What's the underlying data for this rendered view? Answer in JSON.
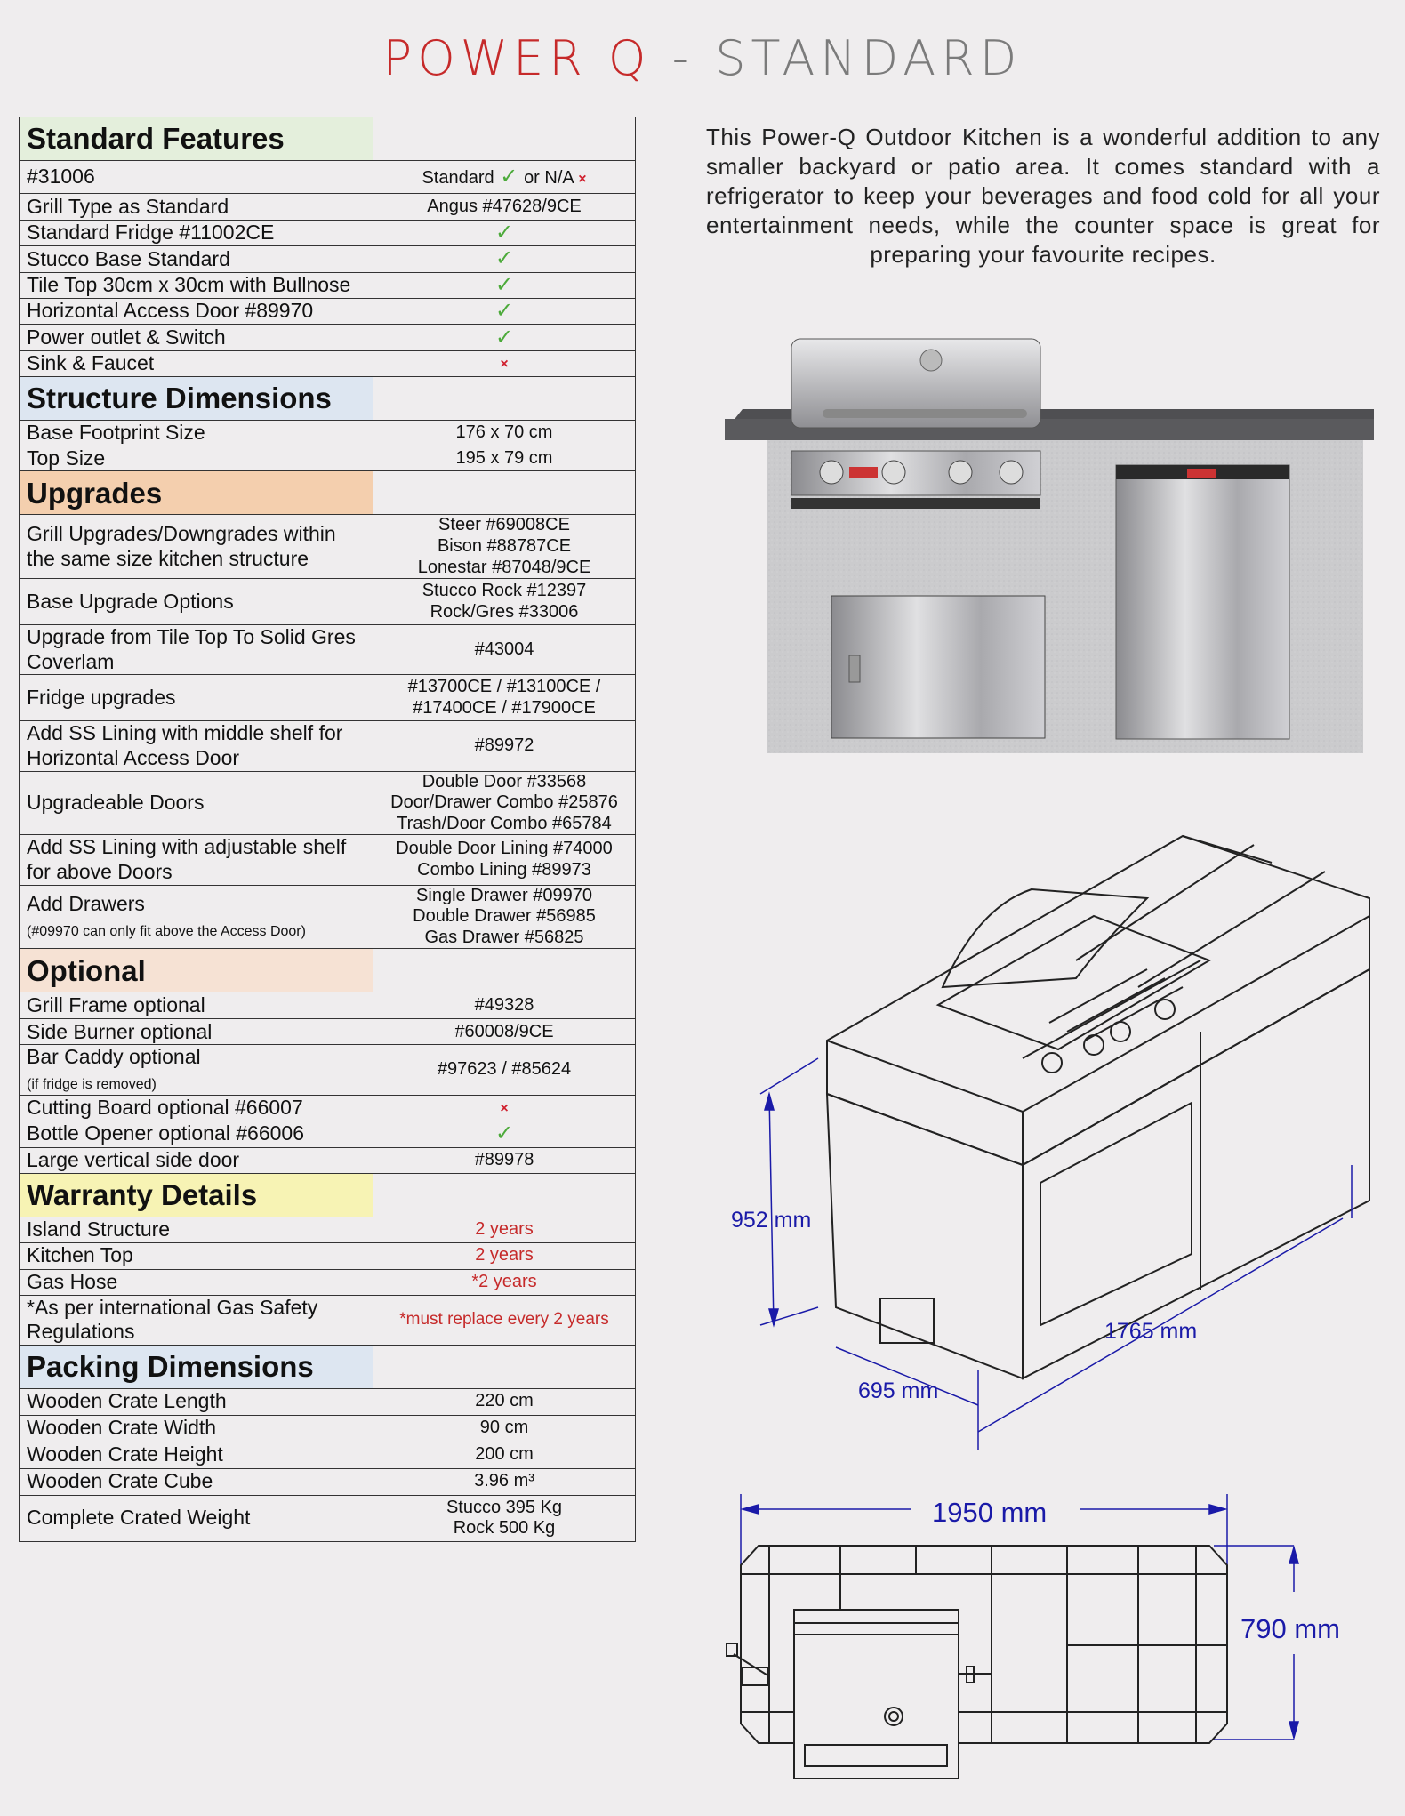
{
  "title": {
    "part1": "POWER Q",
    "separator": "-",
    "part2": "STANDARD"
  },
  "description": "This Power-Q Outdoor Kitchen is a wonderful addition to any smaller backyard or patio area. It comes standard with a refrigerator to keep your beverages and food cold for all your entertainment needs, while the counter space is great for preparing your favourite recipes.",
  "colors": {
    "standard_features": "#e4efdc",
    "structure_dimensions": "#dde6f1",
    "upgrades": "#f4cfae",
    "optional": "#f6e2d4",
    "warranty_details": "#f7f3b4",
    "packing_dimensions": "#dde6f1",
    "check": "#4caa3a",
    "cross": "#d0202e",
    "accent_red": "#c62a2a",
    "dimension_blue": "#1a1aa8"
  },
  "sections": [
    {
      "name": "Standard Features",
      "rows": [
        {
          "label": "#31006",
          "value": "Standard",
          "value_suffix": "or N/A",
          "kind": "legend"
        },
        {
          "label": "Grill Type as Standard",
          "value": "Angus #47628/9CE"
        },
        {
          "label": "Standard Fridge #11002CE",
          "value": "✓",
          "kind": "check"
        },
        {
          "label": "Stucco Base Standard",
          "value": "✓",
          "kind": "check"
        },
        {
          "label": "Tile Top 30cm x 30cm with Bullnose",
          "value": "✓",
          "kind": "check"
        },
        {
          "label": "Horizontal Access Door #89970",
          "value": "✓",
          "kind": "check"
        },
        {
          "label": "Power outlet & Switch",
          "value": "✓",
          "kind": "check"
        },
        {
          "label": "Sink & Faucet",
          "value": "×",
          "kind": "cross"
        }
      ]
    },
    {
      "name": "Structure Dimensions",
      "rows": [
        {
          "label": "Base Footprint Size",
          "value": "176 x 70 cm"
        },
        {
          "label": "Top Size",
          "value": "195 x 79 cm"
        }
      ]
    },
    {
      "name": "Upgrades",
      "rows": [
        {
          "label": "Grill Upgrades/Downgrades within the same size kitchen structure",
          "value": [
            "Steer #69008CE",
            "Bison #88787CE",
            "Lonestar #87048/9CE"
          ]
        },
        {
          "label": "Base Upgrade Options",
          "value": [
            "Stucco Rock #12397",
            "Rock/Gres #33006"
          ]
        },
        {
          "label": "Upgrade from Tile Top To Solid Gres Coverlam",
          "value": "#43004"
        },
        {
          "label": "Fridge upgrades",
          "value": [
            "#13700CE / #13100CE /",
            "#17400CE / #17900CE"
          ]
        },
        {
          "label": "Add SS Lining with middle shelf for Horizontal Access Door",
          "value": "#89972"
        },
        {
          "label": "Upgradeable Doors",
          "value": [
            "Double Door #33568",
            "Door/Drawer Combo #25876",
            "Trash/Door Combo #65784"
          ]
        },
        {
          "label": "Add SS Lining with adjustable shelf for above Doors",
          "value": [
            "Double Door Lining #74000",
            "Combo Lining #89973"
          ]
        },
        {
          "label": "Add Drawers",
          "note": "(#09970 can only fit above the Access Door)",
          "value": [
            "Single Drawer #09970",
            "Double Drawer #56985",
            "Gas Drawer #56825"
          ]
        }
      ]
    },
    {
      "name": "Optional",
      "rows": [
        {
          "label": "Grill Frame optional",
          "value": "#49328"
        },
        {
          "label": "Side Burner optional",
          "value": "#60008/9CE"
        },
        {
          "label": "Bar Caddy optional",
          "note": "(if fridge is removed)",
          "value": "#97623 / #85624"
        },
        {
          "label": "Cutting Board optional #66007",
          "value": "×",
          "kind": "cross"
        },
        {
          "label": "Bottle Opener optional #66006",
          "value": "✓",
          "kind": "check"
        },
        {
          "label": "Large vertical side door",
          "value": "#89978"
        }
      ]
    },
    {
      "name": "Warranty Details",
      "rows": [
        {
          "label": "Island Structure",
          "value": "2 years",
          "kind": "red"
        },
        {
          "label": "Kitchen Top",
          "value": "2 years",
          "kind": "red"
        },
        {
          "label": "Gas Hose",
          "value": "*2 years",
          "kind": "red"
        },
        {
          "label": "*As per international Gas Safety Regulations",
          "value": "*must replace every 2 years",
          "kind": "red",
          "small": true
        }
      ]
    },
    {
      "name": "Packing Dimensions",
      "rows": [
        {
          "label": "Wooden Crate Length",
          "value": "220 cm"
        },
        {
          "label": "Wooden Crate Width",
          "value": "90 cm"
        },
        {
          "label": "Wooden Crate Height",
          "value": "200 cm"
        },
        {
          "label": "Wooden Crate Cube",
          "value": "3.96 m³"
        },
        {
          "label": "Complete Crated Weight",
          "value": [
            "Stucco 395 Kg",
            "Rock 500 Kg"
          ]
        }
      ]
    }
  ],
  "drawing_dimensions": {
    "height": "952 mm",
    "depth": "695 mm",
    "length": "1765 mm",
    "top_length": "1950 mm",
    "top_depth": "790 mm"
  }
}
